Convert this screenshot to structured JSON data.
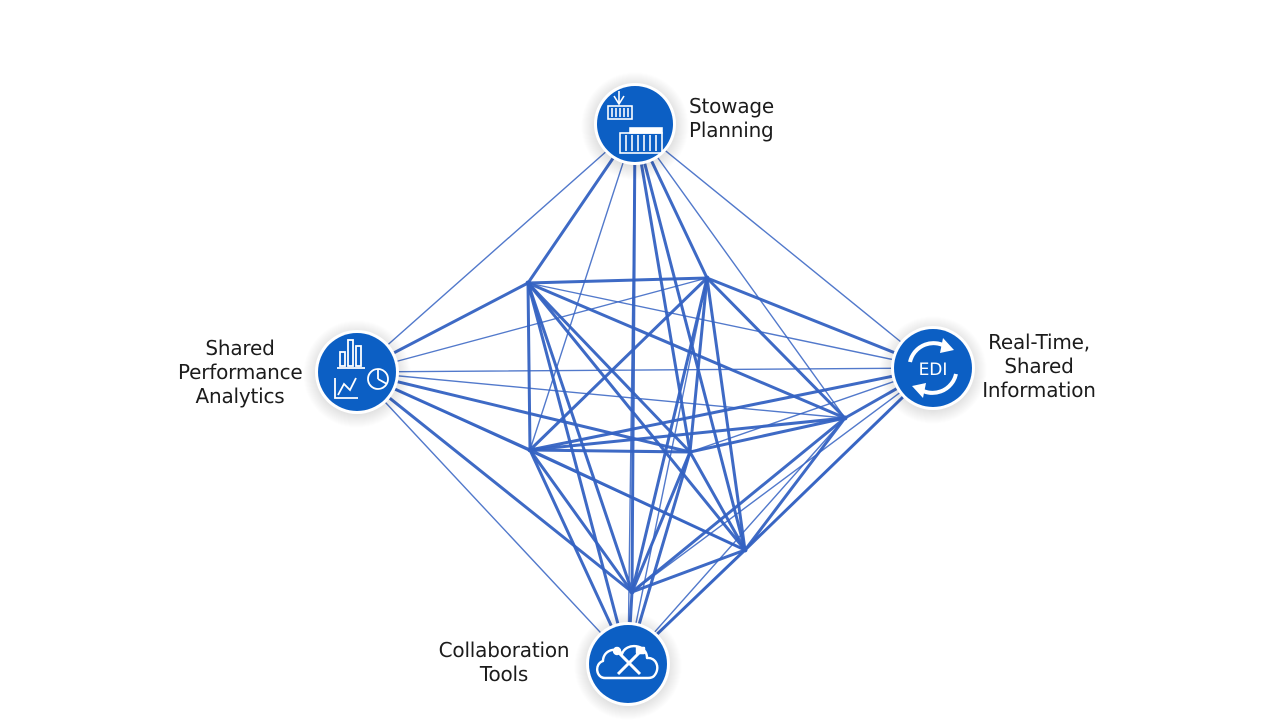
{
  "colors": {
    "node_fill": "#0c5fc4",
    "node_ring": "#ffffff",
    "line": "#3462c2",
    "icon": "#ffffff"
  },
  "nodes": [
    {
      "id": "stowage",
      "icon": "container-crane-icon",
      "label_lines": [
        "Stowage",
        "Planning"
      ]
    },
    {
      "id": "analytics",
      "icon": "analytics-charts-icon",
      "label_lines": [
        "Shared",
        "Performance",
        "Analytics"
      ]
    },
    {
      "id": "realtime",
      "icon": "edi-sync-icon",
      "icon_text": "EDI",
      "label_lines": [
        "Real-Time,",
        "Shared",
        "Information"
      ]
    },
    {
      "id": "collab",
      "icon": "cloud-tools-icon",
      "label_lines": [
        "Collaboration",
        "Tools"
      ]
    }
  ]
}
